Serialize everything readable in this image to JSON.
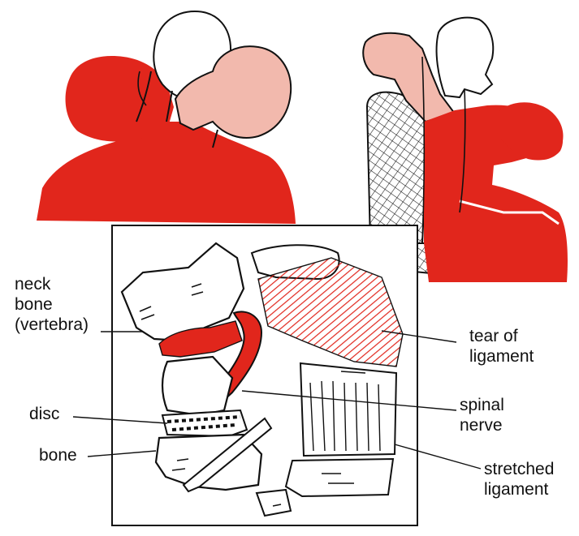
{
  "labels": {
    "neck_bone": [
      "neck",
      "bone",
      "(vertebra)"
    ],
    "disc": "disc",
    "bone": "bone",
    "tear_of_ligament": [
      "tear of",
      "ligament"
    ],
    "spinal_nerve": [
      "spinal",
      "nerve"
    ],
    "stretched_ligament": [
      "stretched",
      "ligament"
    ]
  },
  "colors": {
    "injury_red": "#e1261c",
    "skin_pink": "#f2b9ad",
    "outline": "#111111",
    "background": "#ffffff"
  }
}
